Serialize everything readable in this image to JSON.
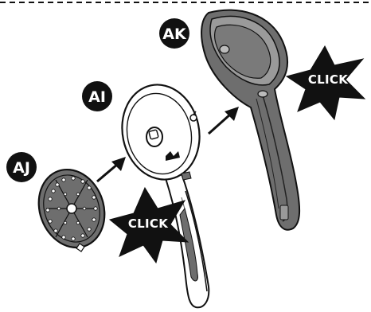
{
  "colors": {
    "ink": "#111111",
    "part_fill": "#6e6e6e",
    "light_fill": "#ffffff",
    "mid_fill": "#9a9a9a",
    "badge_fill": "#111111",
    "badge_text": "#ffffff"
  },
  "callouts": {
    "ak": {
      "label": "AK"
    },
    "ai": {
      "label": "AI"
    },
    "aj": {
      "label": "AJ"
    }
  },
  "bursts": {
    "top": {
      "text": "CLICK"
    },
    "bottom": {
      "text": "CLICK"
    }
  },
  "icons": [
    "dashed-border",
    "arrow-right-up-icon",
    "star-burst-icon"
  ]
}
